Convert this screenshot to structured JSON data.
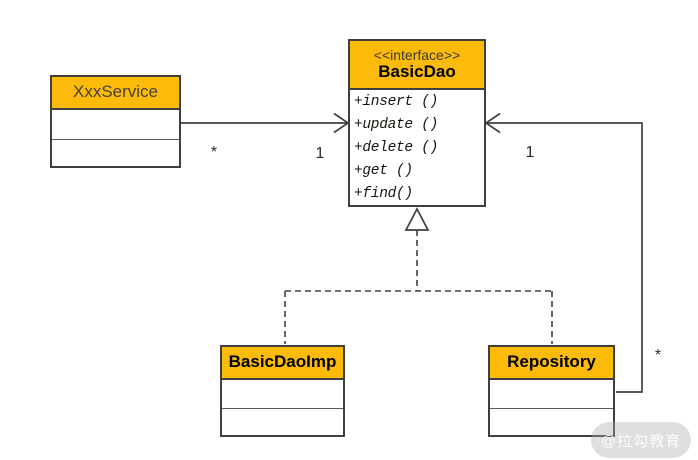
{
  "diagram": {
    "kind": "uml-class-diagram",
    "colors": {
      "header_fill": "#FCBB0A",
      "box_border": "#3F3F3F",
      "connector": "#404040"
    },
    "classes": {
      "xxx_service": {
        "name": "XxxService"
      },
      "basic_dao": {
        "stereotype": "<<interface>>",
        "name": "BasicDao",
        "methods": [
          "+insert ()",
          "+update ()",
          "+delete ()",
          "+get ()",
          "+find()"
        ]
      },
      "basic_dao_imp": {
        "name": "BasicDaoImp"
      },
      "repository": {
        "name": "Repository"
      }
    },
    "relations": {
      "service_to_dao": {
        "type": "directed-association",
        "source_multiplicity": "*",
        "target_multiplicity": "1"
      },
      "repository_to_dao": {
        "type": "directed-association",
        "source_multiplicity": "*",
        "target_multiplicity": "1"
      },
      "realization": {
        "type": "dashed-realization",
        "implementors": [
          "BasicDaoImp",
          "Repository"
        ]
      }
    },
    "watermark": "@拉勾教育"
  }
}
